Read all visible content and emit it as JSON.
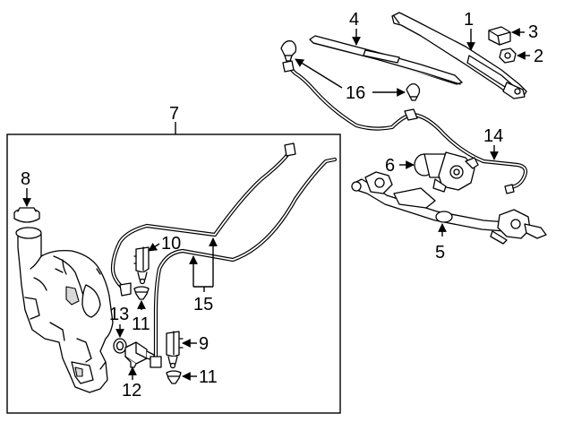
{
  "diagram": {
    "callouts": {
      "c1": "1",
      "c2": "2",
      "c3": "3",
      "c4": "4",
      "c5": "5",
      "c6": "6",
      "c7": "7",
      "c8": "8",
      "c9": "9",
      "c10": "10",
      "c11a": "11",
      "c11b": "11",
      "c12": "12",
      "c13": "13",
      "c14": "14",
      "c15": "15",
      "c16": "16"
    }
  }
}
